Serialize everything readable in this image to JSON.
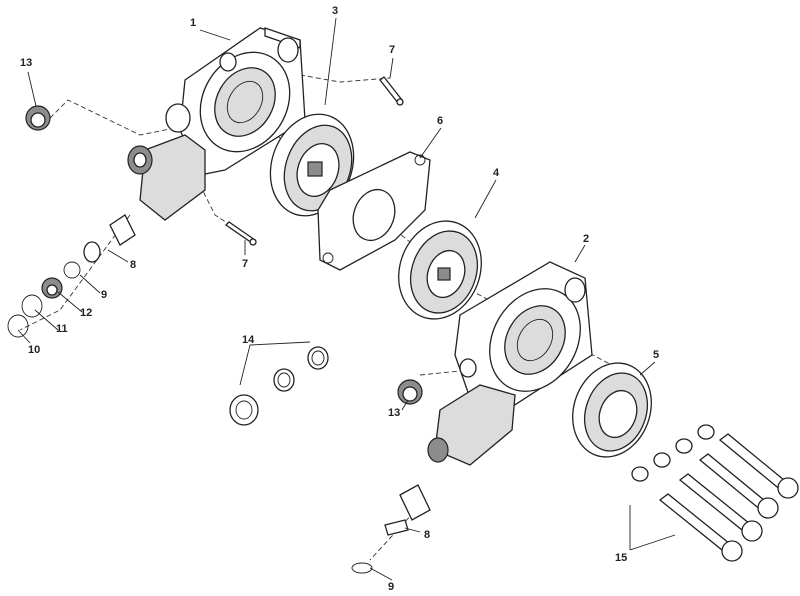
{
  "diagram": {
    "callouts": [
      {
        "id": "c1",
        "label": "1"
      },
      {
        "id": "c2",
        "label": "2"
      },
      {
        "id": "c3",
        "label": "3"
      },
      {
        "id": "c4",
        "label": "4"
      },
      {
        "id": "c5",
        "label": "5"
      },
      {
        "id": "c6",
        "label": "6"
      },
      {
        "id": "c7a",
        "label": "7"
      },
      {
        "id": "c7b",
        "label": "7"
      },
      {
        "id": "c8a",
        "label": "8"
      },
      {
        "id": "c8b",
        "label": "8"
      },
      {
        "id": "c9a",
        "label": "9"
      },
      {
        "id": "c9b",
        "label": "9"
      },
      {
        "id": "c10",
        "label": "10"
      },
      {
        "id": "c11",
        "label": "11"
      },
      {
        "id": "c12",
        "label": "12"
      },
      {
        "id": "c13a",
        "label": "13"
      },
      {
        "id": "c13b",
        "label": "13"
      },
      {
        "id": "c14",
        "label": "14"
      },
      {
        "id": "c15",
        "label": "15"
      }
    ]
  }
}
